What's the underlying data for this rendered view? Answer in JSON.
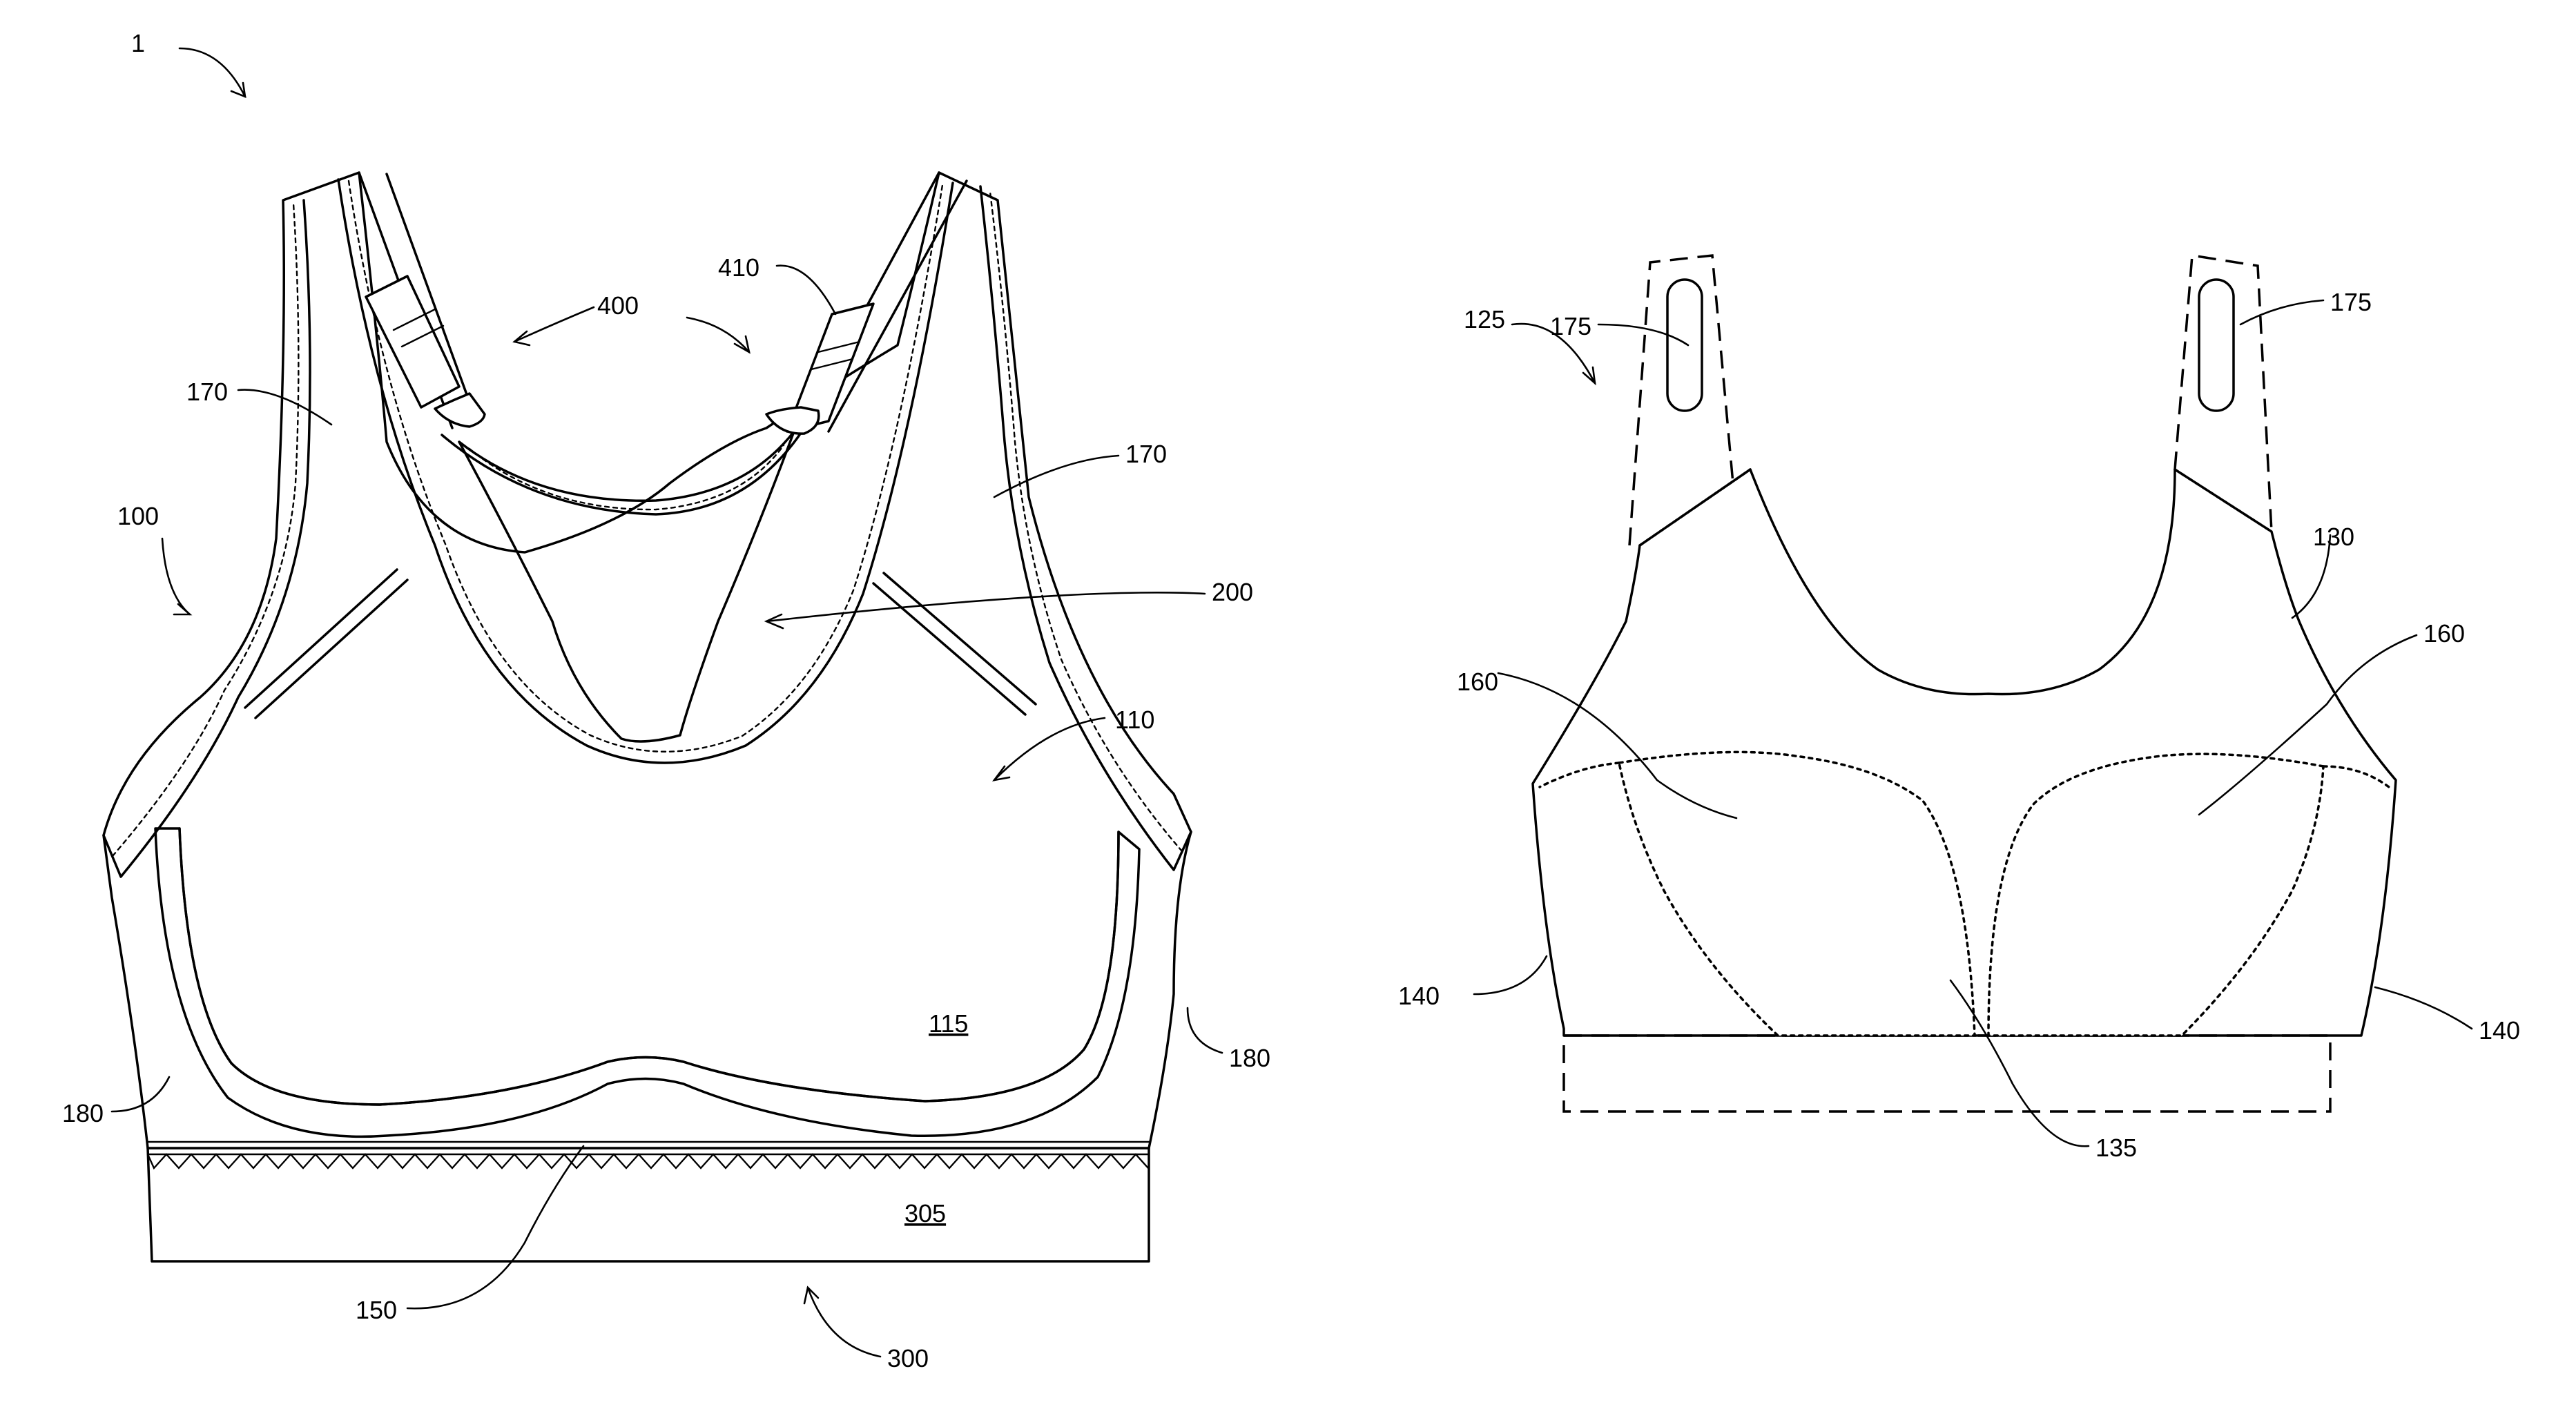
{
  "figure": {
    "ref_labels": {
      "assembly": "1",
      "garment": "100",
      "front_panel": "110",
      "cup_region": "115",
      "blank": "125",
      "neckline_edge": "130",
      "center_gore": "135",
      "side_edge": "140",
      "underbust_band": "150",
      "cutout": "160",
      "strap_region": "170",
      "strap_slot": "175",
      "armhole_edge": "180",
      "back_panel": "200",
      "band": "300",
      "band_body": "305",
      "strap_adjusters": "400",
      "adjuster_slider": "410"
    },
    "colors": {
      "ink": "#000000",
      "paper": "#ffffff",
      "hatch": "#3a3a3a"
    }
  }
}
